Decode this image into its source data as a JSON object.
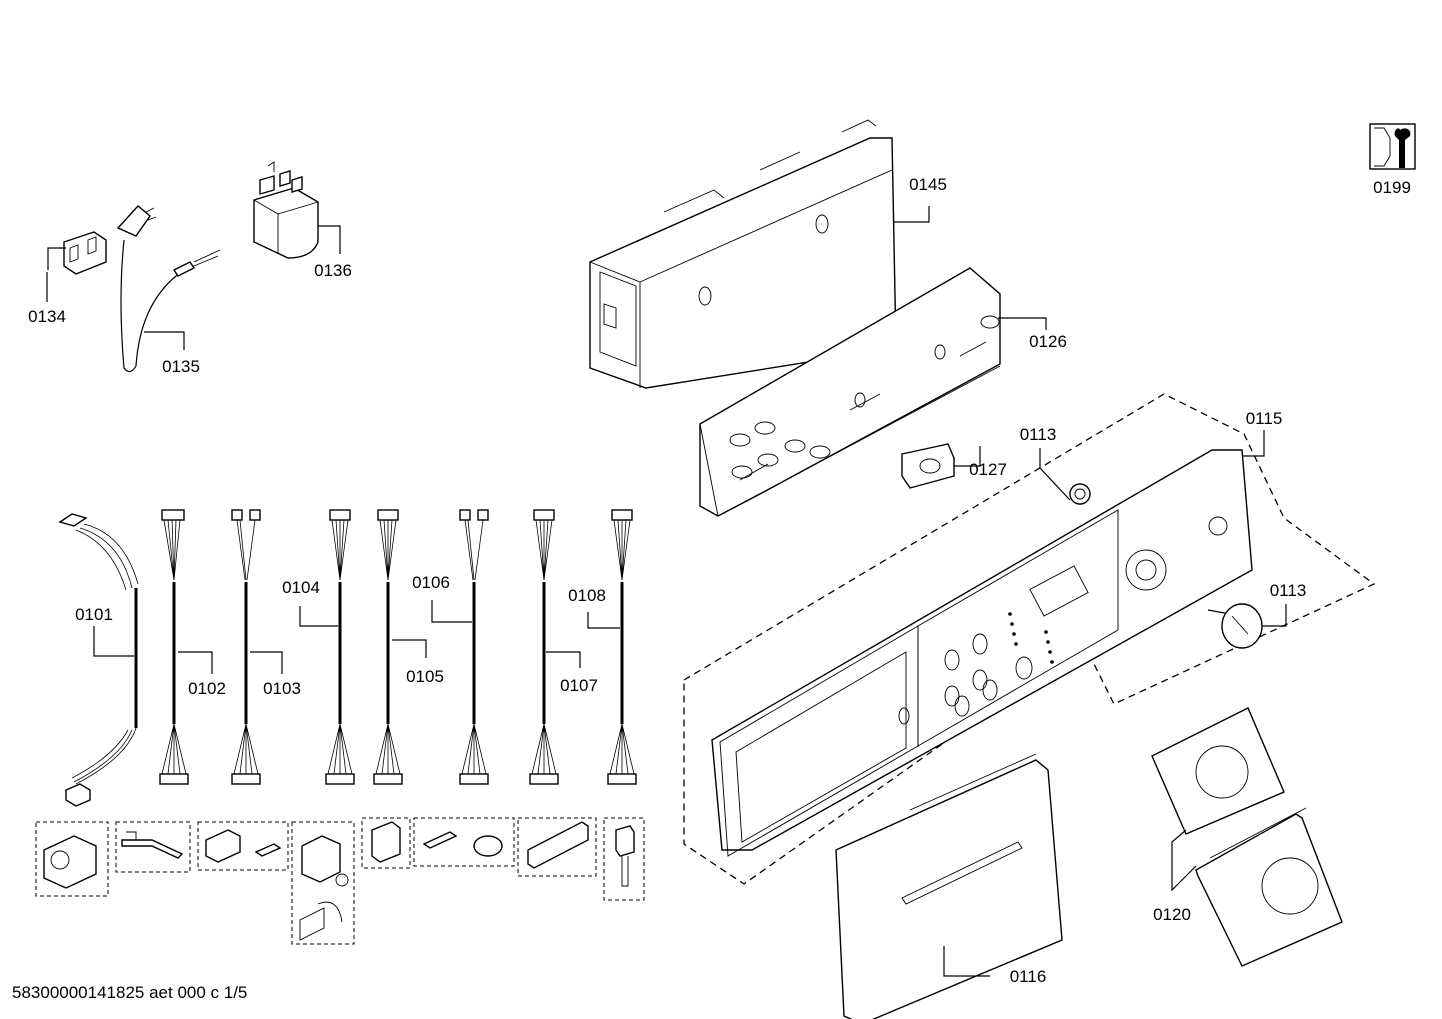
{
  "labels": {
    "p0101": "0101",
    "p0102": "0102",
    "p0103": "0103",
    "p0104": "0104",
    "p0105": "0105",
    "p0106": "0106",
    "p0107": "0107",
    "p0108": "0108",
    "p0113a": "0113",
    "p0113b": "0113",
    "p0115": "0115",
    "p0116": "0116",
    "p0120": "0120",
    "p0126": "0126",
    "p0127": "0127",
    "p0134": "0134",
    "p0135": "0135",
    "p0136": "0136",
    "p0145": "0145",
    "p0199": "0199"
  },
  "footer": {
    "doc_id": "58300000141825 aet 000 c 1/5"
  },
  "icons": {
    "service": "wrench-tool-icon"
  }
}
